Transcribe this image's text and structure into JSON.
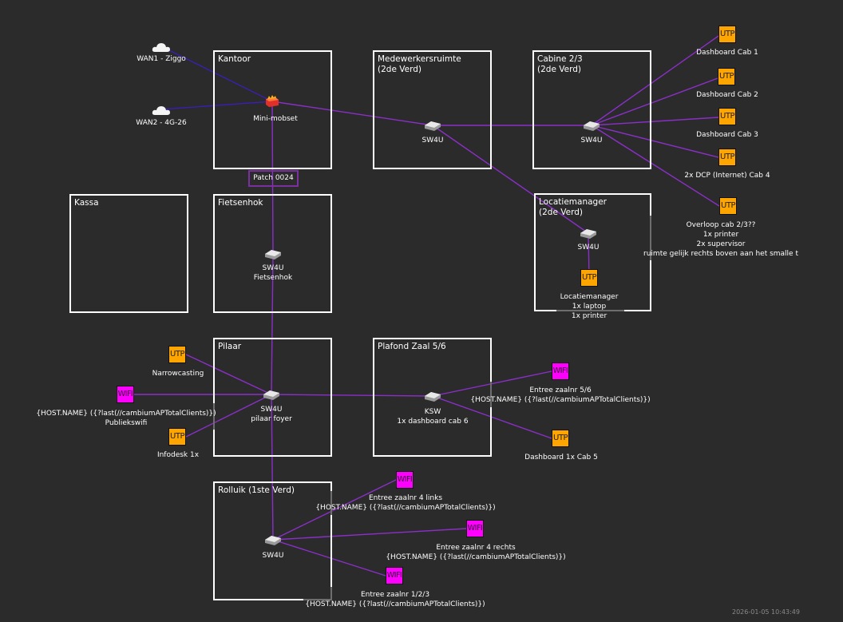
{
  "colors": {
    "background": "#2b2b2b",
    "room_border": "#ffffff",
    "link": "#8b2fc9",
    "wan_link": "#3a1fb0",
    "patch_border": "#7b2fa0",
    "utp": "#ffa500",
    "wifi": "#ff00ff"
  },
  "rooms": [
    {
      "id": "kantoor",
      "title": "Kantoor"
    },
    {
      "id": "medewerkersruimte",
      "title": "Medewerkersruimte\n(2de Verd)"
    },
    {
      "id": "cabine",
      "title": "Cabine 2/3\n(2de Verd)"
    },
    {
      "id": "kassa",
      "title": "Kassa"
    },
    {
      "id": "fietsenhok",
      "title": "Fietsenhok"
    },
    {
      "id": "locatiemanager",
      "title": "Locatiemanager\n(2de Verd)"
    },
    {
      "id": "pilaar",
      "title": "Pilaar"
    },
    {
      "id": "plafond",
      "title": "Plafond Zaal 5/6"
    },
    {
      "id": "rolluik",
      "title": "Rolluik (1ste Verd)"
    }
  ],
  "nodes": {
    "wan1": {
      "icon": "cloud-icon",
      "label": "WAN1 - Ziggo"
    },
    "wan2": {
      "icon": "cloud-icon",
      "label": "WAN2 - 4G-26"
    },
    "mobset": {
      "icon": "firewall-icon",
      "label": "Mini-mobset"
    },
    "patch": {
      "label": "Patch 0024"
    },
    "sw_medewerkers": {
      "icon": "switch-icon",
      "label": "SW4U"
    },
    "sw_cabine": {
      "icon": "switch-icon",
      "label": "SW4U"
    },
    "dash1": {
      "icon": "utp-icon",
      "badge": "UTP",
      "label": "Dashboard Cab 1"
    },
    "dash2": {
      "icon": "utp-icon",
      "badge": "UTP",
      "label": "Dashboard Cab 2"
    },
    "dash3": {
      "icon": "utp-icon",
      "badge": "UTP",
      "label": "Dashboard Cab 3"
    },
    "dcp4": {
      "icon": "utp-icon",
      "badge": "UTP",
      "label": "2x DCP (Internet) Cab 4"
    },
    "overloop": {
      "icon": "utp-icon",
      "badge": "UTP",
      "label": "Overloop cab 2/3??\n1x printer\n2x supervisor\nruimte gelijk rechts boven aan het smalle t"
    },
    "sw_locatie": {
      "icon": "switch-icon",
      "label": "SW4U"
    },
    "utp_locatie": {
      "icon": "utp-icon",
      "badge": "UTP",
      "label": "Locatiemanager\n1x laptop\n1x printer"
    },
    "sw_fiets": {
      "icon": "switch-icon",
      "label": "SW4U\nFietsenhok"
    },
    "narrow": {
      "icon": "utp-icon",
      "badge": "UTP",
      "label": "Narrowcasting"
    },
    "wifi_publiek": {
      "icon": "wifi-icon",
      "badge": "WIFI",
      "label": "{HOST.NAME} ({?last(//cambiumAPTotalClients)})\nPubliekswifi"
    },
    "infodesk": {
      "icon": "utp-icon",
      "badge": "UTP",
      "label": "Infodesk 1x"
    },
    "sw_pilaar": {
      "icon": "switch-icon",
      "label": "SW4U\npilaar foyer"
    },
    "ksw": {
      "icon": "switch-icon",
      "label": "KSW\n1x dashboard cab 6"
    },
    "wifi_56": {
      "icon": "wifi-icon",
      "badge": "WIFI",
      "label": "Entree zaalnr 5/6\n{HOST.NAME} ({?last(//cambiumAPTotalClients)})"
    },
    "dash5": {
      "icon": "utp-icon",
      "badge": "UTP",
      "label": "Dashboard 1x Cab 5"
    },
    "sw_rolluik": {
      "icon": "switch-icon",
      "label": "SW4U"
    },
    "wifi_4l": {
      "icon": "wifi-icon",
      "badge": "WIFI",
      "label": "Entree zaalnr 4 links\n{HOST.NAME} ({?last(//cambiumAPTotalClients)})"
    },
    "wifi_4r": {
      "icon": "wifi-icon",
      "badge": "WIFI",
      "label": "Entree zaalnr 4 rechts\n{HOST.NAME} ({?last(//cambiumAPTotalClients)})"
    },
    "wifi_123": {
      "icon": "wifi-icon",
      "badge": "WIFI",
      "label": "Entree zaalnr 1/2/3\n{HOST.NAME} ({?last(//cambiumAPTotalClients)})"
    }
  },
  "links": [
    {
      "from": "wan1",
      "to": "mobset",
      "type": "wan"
    },
    {
      "from": "wan2",
      "to": "mobset",
      "type": "wan"
    },
    {
      "from": "mobset",
      "to": "sw_medewerkers"
    },
    {
      "from": "mobset",
      "to": "sw_fiets"
    },
    {
      "from": "sw_medewerkers",
      "to": "sw_cabine"
    },
    {
      "from": "sw_medewerkers",
      "to": "sw_locatie"
    },
    {
      "from": "sw_cabine",
      "to": "dash1"
    },
    {
      "from": "sw_cabine",
      "to": "dash2"
    },
    {
      "from": "sw_cabine",
      "to": "dash3"
    },
    {
      "from": "sw_cabine",
      "to": "dcp4"
    },
    {
      "from": "sw_cabine",
      "to": "overloop"
    },
    {
      "from": "sw_locatie",
      "to": "utp_locatie"
    },
    {
      "from": "sw_fiets",
      "to": "sw_pilaar"
    },
    {
      "from": "sw_pilaar",
      "to": "narrow"
    },
    {
      "from": "sw_pilaar",
      "to": "wifi_publiek"
    },
    {
      "from": "sw_pilaar",
      "to": "infodesk"
    },
    {
      "from": "sw_pilaar",
      "to": "ksw"
    },
    {
      "from": "sw_pilaar",
      "to": "sw_rolluik"
    },
    {
      "from": "ksw",
      "to": "wifi_56"
    },
    {
      "from": "ksw",
      "to": "dash5"
    },
    {
      "from": "sw_rolluik",
      "to": "wifi_4l"
    },
    {
      "from": "sw_rolluik",
      "to": "wifi_4r"
    },
    {
      "from": "sw_rolluik",
      "to": "wifi_123"
    }
  ],
  "timestamp": "2026-01-05 10:43:49"
}
